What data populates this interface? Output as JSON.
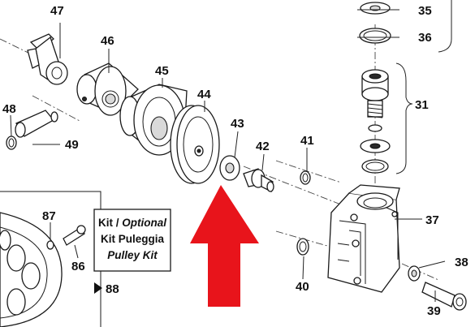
{
  "part_numbers": {
    "p47": "47",
    "p46": "46",
    "p45": "45",
    "p44": "44",
    "p43": "43",
    "p42": "42",
    "p41": "41",
    "p48": "48",
    "p49": "49",
    "p87": "87",
    "p86": "86",
    "p88": "88",
    "p35": "35",
    "p36": "36",
    "p31": "31",
    "p37": "37",
    "p38": "38",
    "p39": "39",
    "p40": "40"
  },
  "kit_box": {
    "line1_a": "Kit / ",
    "line1_b": "Optional",
    "line2": "Kit Puleggia",
    "line3": "Pulley Kit"
  },
  "highlight": {
    "arrow_color": "#e8141b",
    "target_part": "43"
  }
}
